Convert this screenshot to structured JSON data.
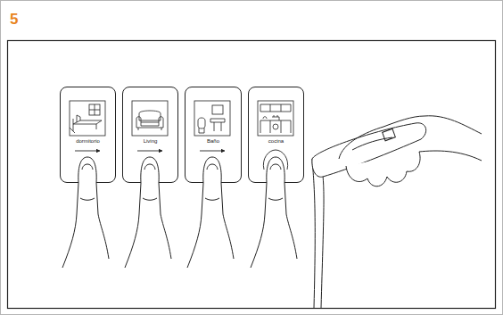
{
  "diagram": {
    "nodes": [
      {
        "text": [
          "dormitorio"
        ]
      },
      {
        "text": [
          "Living"
        ]
      },
      {
        "text": [
          "Baño"
        ]
      },
      {
        "text": [
          "cocina"
        ]
      }
    ],
    "labels": [
      "5"
    ]
  }
}
